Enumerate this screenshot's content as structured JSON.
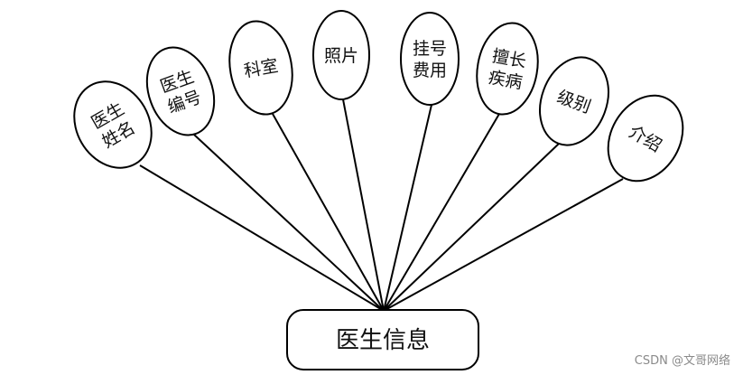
{
  "entity": {
    "label": "医生信息"
  },
  "attributes": [
    {
      "id": "doctor-name",
      "lines": [
        "医生",
        "姓名"
      ]
    },
    {
      "id": "doctor-id",
      "lines": [
        "医生",
        "编号"
      ]
    },
    {
      "id": "department",
      "lines": [
        "科室"
      ]
    },
    {
      "id": "photo",
      "lines": [
        "照片"
      ]
    },
    {
      "id": "registration-fee",
      "lines": [
        "挂号",
        "费用"
      ]
    },
    {
      "id": "specialty",
      "lines": [
        "擅长",
        "疾病"
      ]
    },
    {
      "id": "level",
      "lines": [
        "级别"
      ]
    },
    {
      "id": "introduction",
      "lines": [
        "介绍"
      ]
    }
  ],
  "watermark": "CSDN @文哥网络"
}
